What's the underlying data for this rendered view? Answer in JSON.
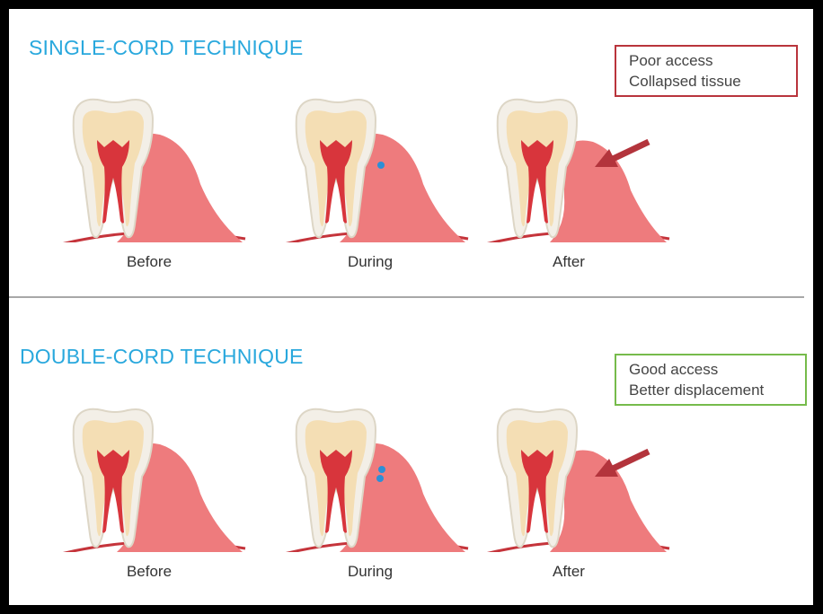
{
  "colors": {
    "title": "#29a8dd",
    "gum": "#ee7b7d",
    "gum_dark": "#c5343b",
    "enamel": "#f3efe7",
    "dentin": "#f4deb4",
    "pulp": "#d8353c",
    "cord": "#2c8fd6",
    "arrow": "#b3343c",
    "poor_border": "#b9343c",
    "good_border": "#76bb4b"
  },
  "sections": [
    {
      "title": "SINGLE-CORD TECHNIQUE",
      "callout": {
        "lines": [
          "Poor access",
          "Collapsed tissue"
        ],
        "kind": "poor"
      },
      "stages": [
        {
          "label": "Before",
          "cords": 0,
          "arrow": false
        },
        {
          "label": "During",
          "cords": 1,
          "arrow": false
        },
        {
          "label": "After",
          "cords": 0,
          "arrow": true
        }
      ]
    },
    {
      "title": "DOUBLE-CORD TECHNIQUE",
      "callout": {
        "lines": [
          "Good access",
          "Better displacement"
        ],
        "kind": "good"
      },
      "stages": [
        {
          "label": "Before",
          "cords": 0,
          "arrow": false
        },
        {
          "label": "During",
          "cords": 2,
          "arrow": false
        },
        {
          "label": "After",
          "cords": 0,
          "arrow": true
        }
      ]
    }
  ]
}
